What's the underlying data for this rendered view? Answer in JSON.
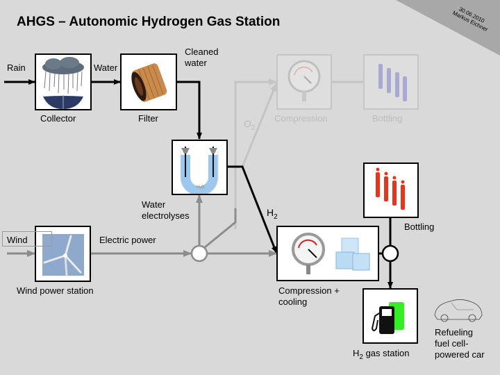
{
  "title": "AHGS – Autonomic Hydrogen Gas Station",
  "corner": {
    "date": "30.06.2010",
    "author": "Markus Eichner"
  },
  "labels": {
    "rain": "Rain",
    "water": "Water",
    "cleaned_water": [
      "Cleaned",
      "water"
    ],
    "collector": "Collector",
    "filter": "Filter",
    "o2_prefix": "O",
    "o2_sub": "2",
    "compression_faded": "Compression",
    "bottling_faded": "Bottling",
    "water_electrolyses": [
      "Water",
      "electrolyses"
    ],
    "h2_prefix": "H",
    "h2_sub": "2",
    "wind": "Wind",
    "electric_power": "Electric power",
    "wind_power_station": "Wind power station",
    "compression_cooling": [
      "Compression +",
      "cooling"
    ],
    "bottling": "Bottling",
    "gas_station_prefix": "H",
    "gas_station_sub": "2",
    "gas_station_suffix": " gas station",
    "refueling": [
      "Refueling",
      "fuel cell-",
      "powered car"
    ]
  },
  "colors": {
    "background": "#d9d9d9",
    "flow_black": "#000000",
    "flow_grey": "#8c8c8c",
    "flow_faded": "#c4c4c4",
    "cylinder_red": "#e8341c",
    "cylinder_faded": "#a9a9d4",
    "pump_green": "#33ee22",
    "electrolyte_blue": "#9cc8ee"
  }
}
